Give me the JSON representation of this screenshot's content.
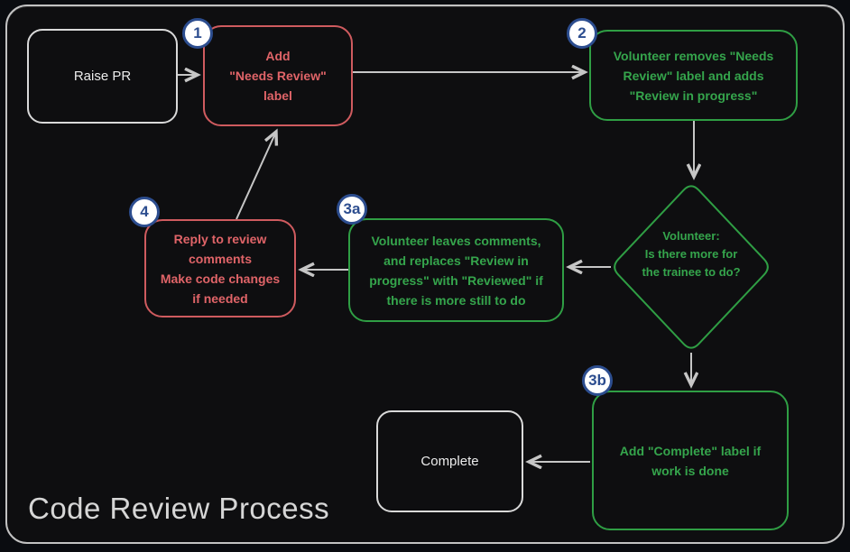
{
  "title": "Code Review Process",
  "colors": {
    "red": "#e06468",
    "red_border": "#cf5b5f",
    "green": "#35a54c",
    "green_border": "#2f9e44",
    "neutral": "#ececec",
    "badge_blue": "#2c4d8f",
    "arrow": "#c6c6c6",
    "title": "#d6d6d6",
    "canvas_bg": "#0e0e10"
  },
  "nodes": {
    "raise_pr": {
      "label": "Raise PR"
    },
    "add_needs_review": {
      "badge": "1",
      "label": "Add\n\"Needs Review\"\nlabel"
    },
    "volunteer_removes": {
      "badge": "2",
      "label": "Volunteer removes \"Needs\nReview\" label and adds\n\"Review in progress\""
    },
    "decision": {
      "label": "Volunteer:\nIs there more for\nthe trainee to do?"
    },
    "leaves_comments": {
      "badge": "3a",
      "label": "Volunteer leaves comments,\nand replaces \"Review in\nprogress\" with \"Reviewed\" if\nthere is more still to do"
    },
    "reply_comments": {
      "badge": "4",
      "label": "Reply to review\ncomments\nMake code changes\nif needed"
    },
    "add_complete": {
      "badge": "3b",
      "label": "Add \"Complete\" label if\nwork is done"
    },
    "complete": {
      "label": "Complete"
    }
  }
}
